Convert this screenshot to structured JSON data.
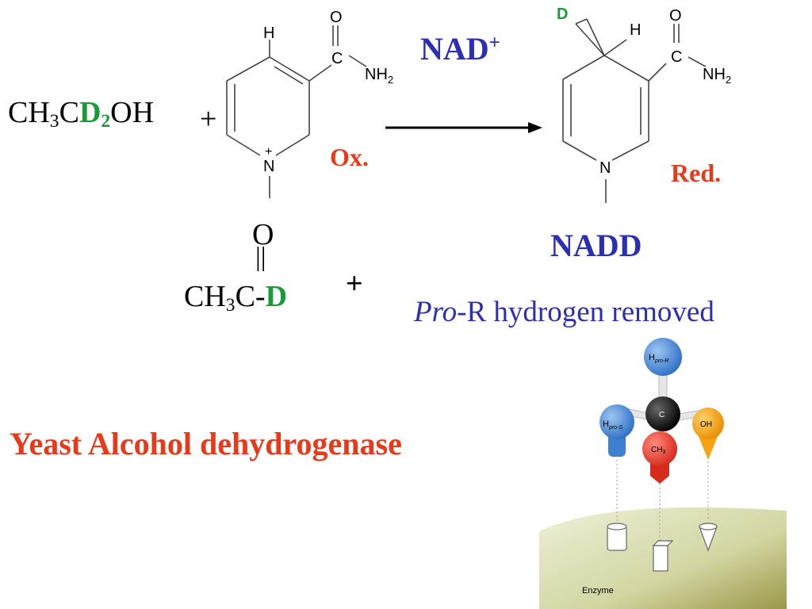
{
  "reactants": {
    "ethanol": {
      "a": "CH",
      "a_sub": "3",
      "b": "C",
      "d": "D",
      "d_sub": "2",
      "c": "OH"
    },
    "plus": "+"
  },
  "nad_ox": {
    "h": "H",
    "o": "O",
    "c": "C",
    "nh": "NH",
    "nh_sub": "2",
    "n": "N",
    "n_charge": "+",
    "state": "Ox."
  },
  "arrow_label": {
    "text": "NAD",
    "charge": "+"
  },
  "nad_red": {
    "d": "D",
    "h": "H",
    "o": "O",
    "c": "C",
    "nh": "NH",
    "nh_sub": "2",
    "n": "N",
    "state": "Red."
  },
  "product_name": "NADD",
  "acetaldehyde": {
    "o": "O",
    "bond": "||",
    "a": "CH",
    "a_sub": "3",
    "b": "C-",
    "d": "D"
  },
  "product_plus": "+",
  "stereo_note": {
    "italic": "Pro",
    "rest": "-R hydrogen removed"
  },
  "enzyme_title": "Yeast Alcohol dehydrogenase",
  "model": {
    "h_pro_r": "H",
    "h_pro_r_sub": "pro-R",
    "h_pro_s": "H",
    "h_pro_s_sub": "pro-S",
    "c": "C",
    "oh": "OH",
    "ch3": "CH",
    "ch3_sub": "3",
    "enzyme": "Enzyme"
  },
  "colors": {
    "green_d": "#1a9a3a",
    "blue_label": "#2d2fb3",
    "red_label": "#e8391a",
    "sphere_blue": "#3d7fd0",
    "sphere_red": "#e53b2c",
    "sphere_orange": "#f5a213"
  }
}
